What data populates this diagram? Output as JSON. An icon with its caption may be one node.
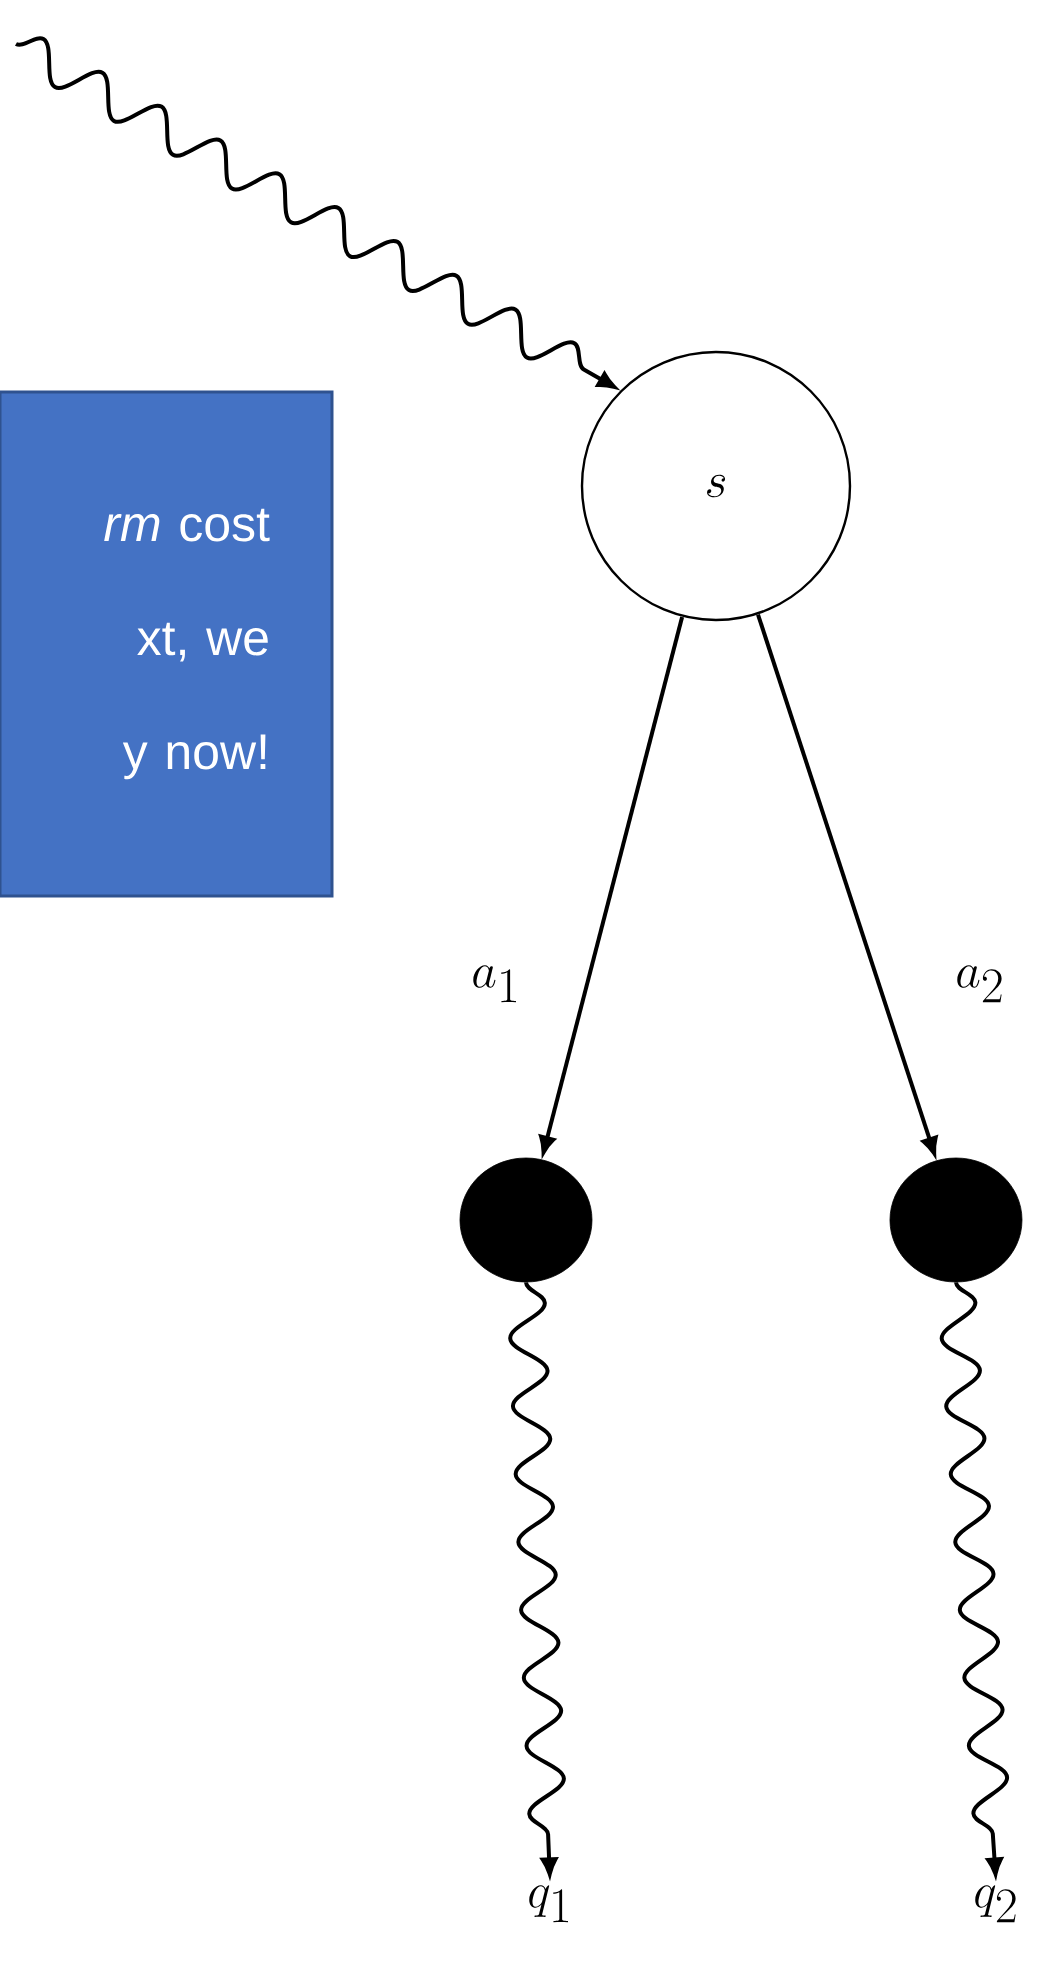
{
  "diagram": {
    "nodes": [
      {
        "text": [
          "*rm* cost xt, we y now!"
        ]
      },
      {
        "text": [
          "s"
        ]
      },
      {
        "text": [],
        "shape": "circle"
      },
      {
        "text": [],
        "shape": "circle"
      },
      {
        "text": [
          "q_1"
        ]
      },
      {
        "text": [
          "q_2"
        ]
      }
    ],
    "edges": [
      {
        "from": null,
        "to": 1,
        "arrow": "to"
      },
      {
        "from": 1,
        "to": 2,
        "arrow": "to",
        "label": "a_1"
      },
      {
        "from": 1,
        "to": 3,
        "arrow": "to",
        "label": "a_2"
      },
      {
        "from": 2,
        "to": 4,
        "arrow": "to"
      },
      {
        "from": 3,
        "to": 5,
        "arrow": "to"
      }
    ]
  }
}
